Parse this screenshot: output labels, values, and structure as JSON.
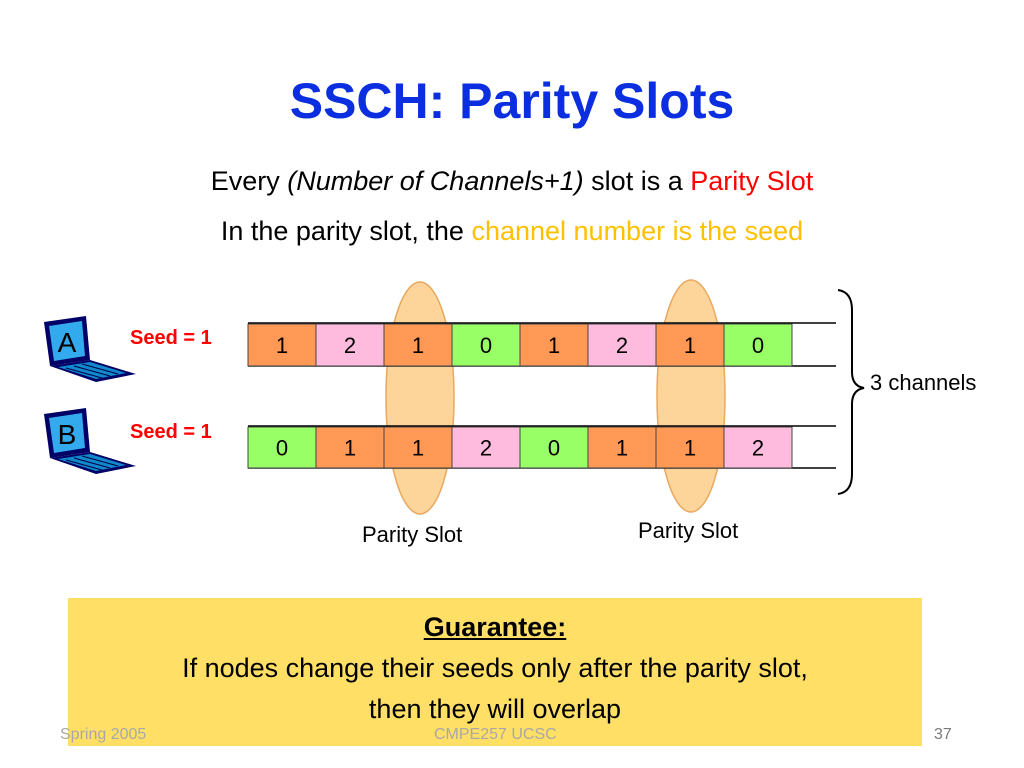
{
  "title": "SSCH: Parity Slots",
  "line1": {
    "part1": "Every ",
    "italic": "(Number of Channels+1)",
    "part2": " slot is a ",
    "highlight": "Parity Slot"
  },
  "line2": {
    "part1": "In the parity slot, the ",
    "highlight": "channel number is the seed"
  },
  "nodes": [
    {
      "letter": "A",
      "seed_label": "Seed = 1",
      "slots": [
        "1",
        "2",
        "1",
        "0",
        "1",
        "2",
        "1",
        "0"
      ]
    },
    {
      "letter": "B",
      "seed_label": "Seed = 1",
      "slots": [
        "0",
        "1",
        "1",
        "2",
        "0",
        "1",
        "1",
        "2"
      ]
    }
  ],
  "channel_colors": {
    "0": "#99ff66",
    "1": "#ff9955",
    "2": "#ffbbdd"
  },
  "parity_labels": [
    "Parity Slot",
    "Parity Slot"
  ],
  "channels_label": "3 channels",
  "guarantee": {
    "title": "Guarantee:",
    "line1": "If nodes change their seeds only after the parity slot,",
    "line2": "then they will overlap"
  },
  "footer": {
    "left": "Spring 2005",
    "center": "CMPE257 UCSC",
    "right": "37"
  }
}
